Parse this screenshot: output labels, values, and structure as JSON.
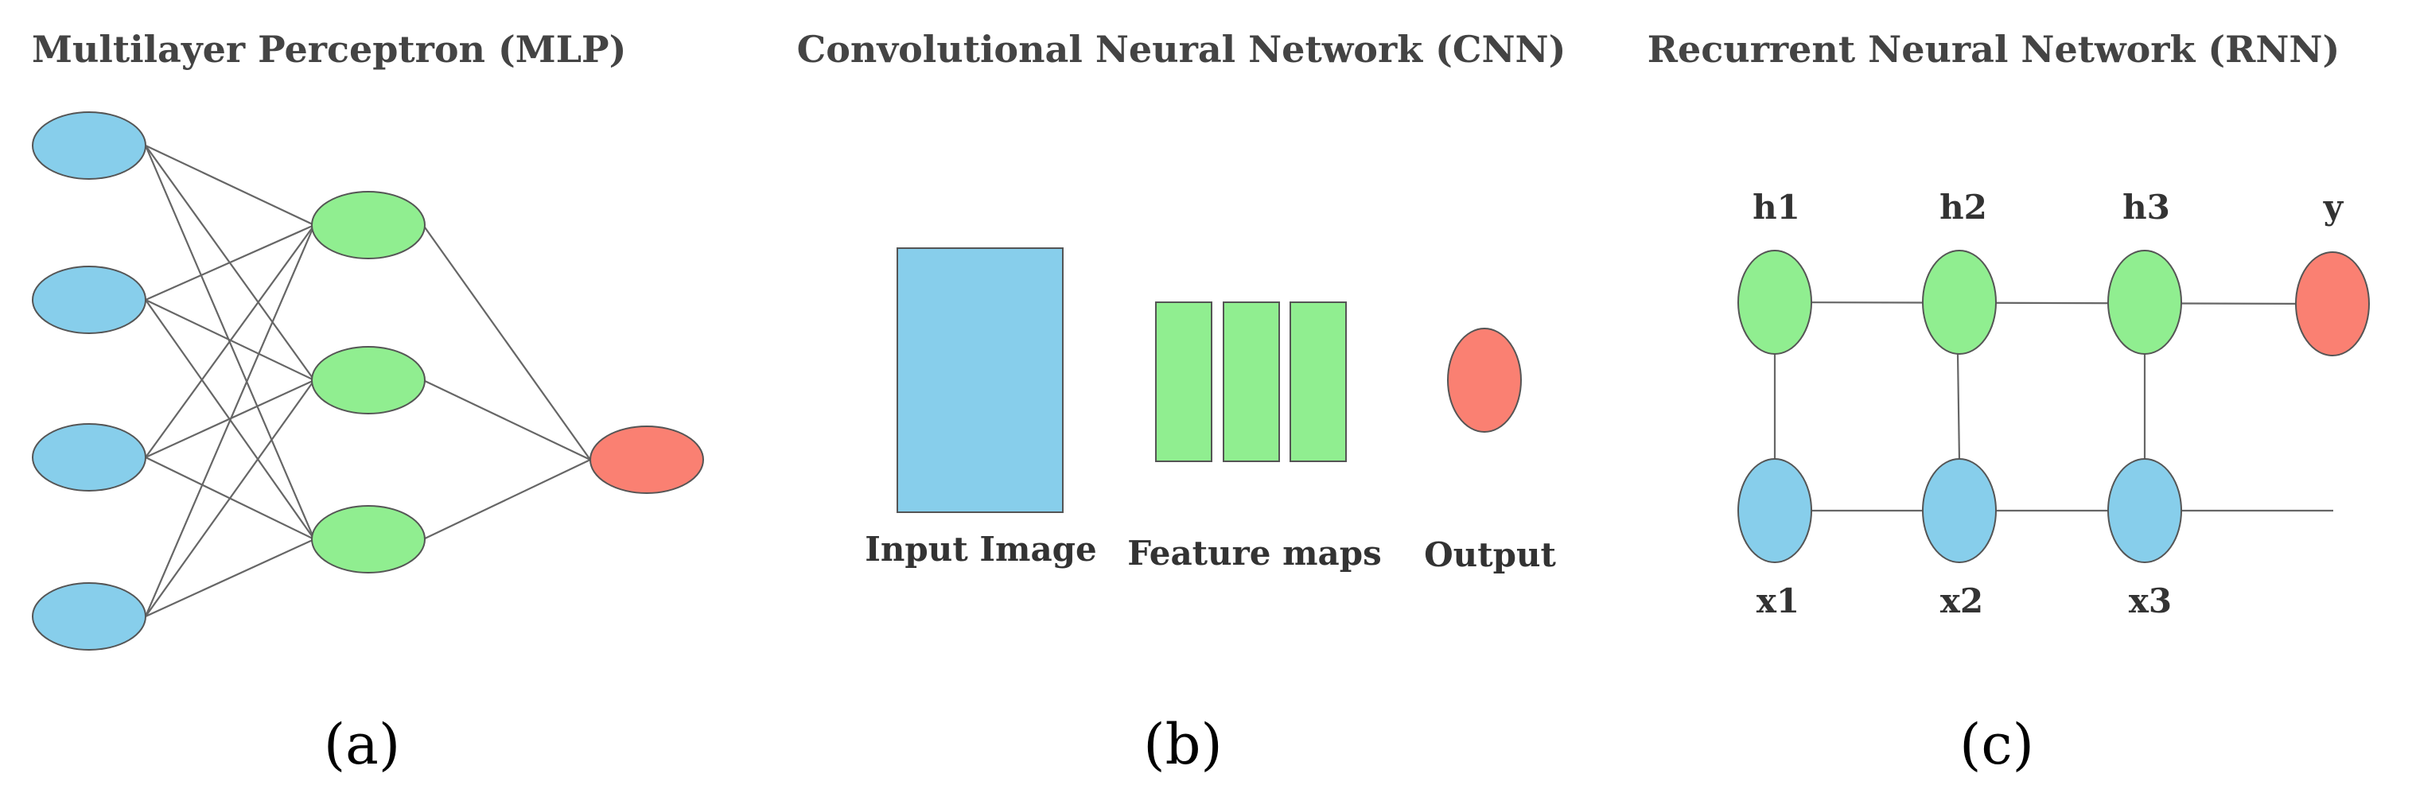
{
  "colors": {
    "input": "#87ceeb",
    "hidden": "#90ee90",
    "output": "#fa8072"
  },
  "panels": {
    "mlp": {
      "title": "Multilayer Perceptron (MLP)",
      "label": "(a)",
      "layers": {
        "input": 4,
        "hidden": 3,
        "output": 1
      }
    },
    "cnn": {
      "title": "Convolutional Neural Network (CNN)",
      "label": "(b)",
      "input_label": "Input Image",
      "features_label": "Feature maps",
      "output_label": "Output",
      "feature_map_count": 3
    },
    "rnn": {
      "title": "Recurrent Neural Network (RNN)",
      "label": "(c)",
      "hidden_labels": [
        "h1",
        "h2",
        "h3"
      ],
      "output_label": "y",
      "input_labels": [
        "x1",
        "x2",
        "x3"
      ]
    }
  }
}
